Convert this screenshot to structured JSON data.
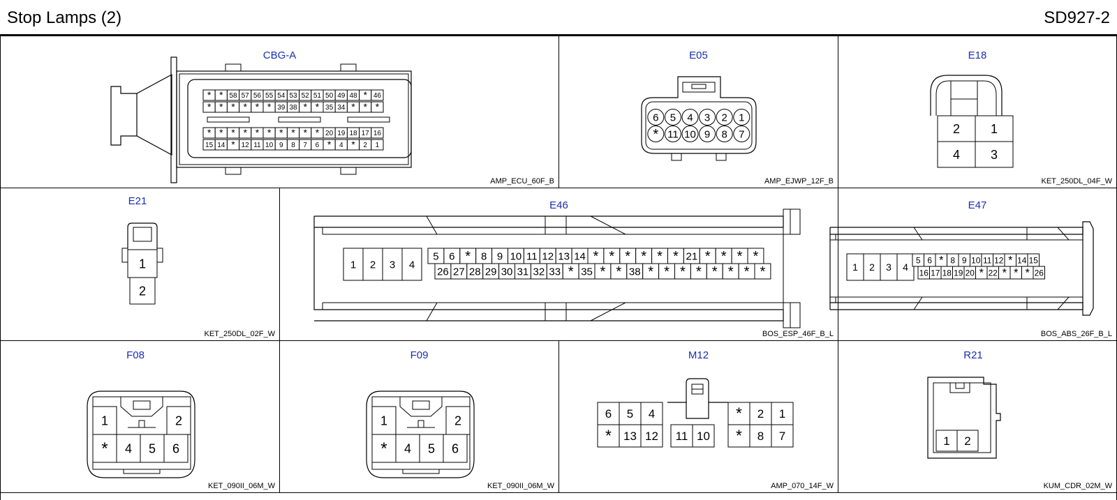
{
  "header": {
    "title": "Stop Lamps (2)",
    "code": "SD927-2"
  },
  "connectors": {
    "cbga": {
      "name": "CBG-A",
      "part": "AMP_ECU_60F_B",
      "rows": [
        [
          "*",
          "*",
          "58",
          "57",
          "56",
          "55",
          "54",
          "53",
          "52",
          "51",
          "50",
          "49",
          "48",
          "*",
          "46"
        ],
        [
          "*",
          "*",
          "*",
          "*",
          "*",
          "*",
          "39",
          "38",
          "*",
          "*",
          "35",
          "34",
          "*",
          "*",
          "*"
        ],
        [
          "*",
          "*",
          "*",
          "*",
          "*",
          "*",
          "*",
          "*",
          "*",
          "*",
          "20",
          "19",
          "18",
          "17",
          "16"
        ],
        [
          "15",
          "14",
          "*",
          "12",
          "11",
          "10",
          "9",
          "8",
          "7",
          "6",
          "*",
          "4",
          "*",
          "2",
          "1"
        ]
      ]
    },
    "e05": {
      "name": "E05",
      "part": "AMP_EJWP_12F_B",
      "rows": [
        [
          "6",
          "5",
          "4",
          "3",
          "2",
          "1"
        ],
        [
          "*",
          "11",
          "10",
          "9",
          "8",
          "7"
        ]
      ]
    },
    "e18": {
      "name": "E18",
      "part": "KET_250DL_04F_W",
      "rows": [
        [
          "2",
          "1"
        ],
        [
          "4",
          "3"
        ]
      ]
    },
    "e21": {
      "name": "E21",
      "part": "KET_250DL_02F_W",
      "rows": [
        [
          "1"
        ],
        [
          "2"
        ]
      ]
    },
    "e46": {
      "name": "E46",
      "part": "BOS_ESP_46F_B_L",
      "left": [
        "1",
        "2",
        "3",
        "4"
      ],
      "row1": [
        "5",
        "6",
        "*",
        "8",
        "9",
        "10",
        "11",
        "12",
        "13",
        "14",
        "*",
        "*",
        "*",
        "*",
        "*",
        "*",
        "21",
        "*",
        "*",
        "*",
        "*"
      ],
      "row2": [
        "26",
        "27",
        "28",
        "29",
        "30",
        "31",
        "32",
        "33",
        "*",
        "35",
        "*",
        "*",
        "38",
        "*",
        "*",
        "*",
        "*",
        "*",
        "*",
        "*",
        "*"
      ]
    },
    "e47": {
      "name": "E47",
      "part": "BOS_ABS_26F_B_L",
      "left": [
        "1",
        "2",
        "3",
        "4"
      ],
      "row1": [
        "5",
        "6",
        "*",
        "8",
        "9",
        "10",
        "11",
        "12",
        "*",
        "14",
        "15"
      ],
      "row2": [
        "16",
        "17",
        "18",
        "19",
        "20",
        "*",
        "22",
        "*",
        "*",
        "*",
        "26"
      ]
    },
    "f08": {
      "name": "F08",
      "part": "KET_090II_06M_W",
      "pins": [
        "1",
        "2",
        "*",
        "4",
        "5",
        "6"
      ]
    },
    "f09": {
      "name": "F09",
      "part": "KET_090II_06M_W",
      "pins": [
        "1",
        "2",
        "*",
        "4",
        "5",
        "6"
      ]
    },
    "m12": {
      "name": "M12",
      "part": "AMP_070_14F_W",
      "row1": [
        "6",
        "5",
        "4",
        "*",
        "2",
        "1"
      ],
      "row2": [
        "*",
        "13",
        "12",
        "11",
        "10",
        "*",
        "8",
        "7"
      ]
    },
    "r21": {
      "name": "R21",
      "part": "KUM_CDR_02M_W",
      "pins": [
        "1",
        "2"
      ]
    }
  }
}
